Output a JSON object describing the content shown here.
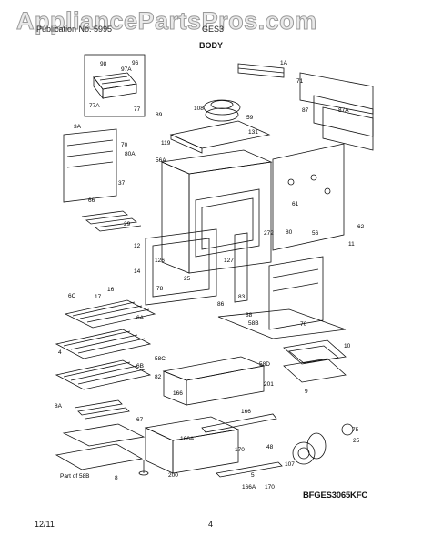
{
  "watermark": "AppliancePartsPros.com",
  "header": {
    "left_text": "Publication No. 5995",
    "right_text": "GES3",
    "section_title": "BODY"
  },
  "part_labels": [
    "1A",
    "71",
    "98",
    "96",
    "97A",
    "77A",
    "77",
    "87",
    "87A",
    "89",
    "108",
    "59",
    "131",
    "119",
    "3A",
    "70",
    "80A",
    "56A",
    "37",
    "66",
    "29",
    "12",
    "14",
    "78",
    "126",
    "25",
    "127",
    "61",
    "272",
    "80",
    "56",
    "62",
    "11",
    "83",
    "86",
    "88",
    "58B",
    "70",
    "17",
    "6C",
    "6A",
    "4",
    "16",
    "10",
    "58D",
    "58C",
    "82",
    "6B",
    "166",
    "201",
    "9",
    "8A",
    "67",
    "166",
    "166A",
    "170",
    "48",
    "5",
    "166A",
    "170",
    "200",
    "8",
    "Part of 58B",
    "107",
    "25",
    "75"
  ],
  "diagram_code": "BFGES3065KFC",
  "footer": {
    "date": "12/11",
    "page": "4"
  }
}
